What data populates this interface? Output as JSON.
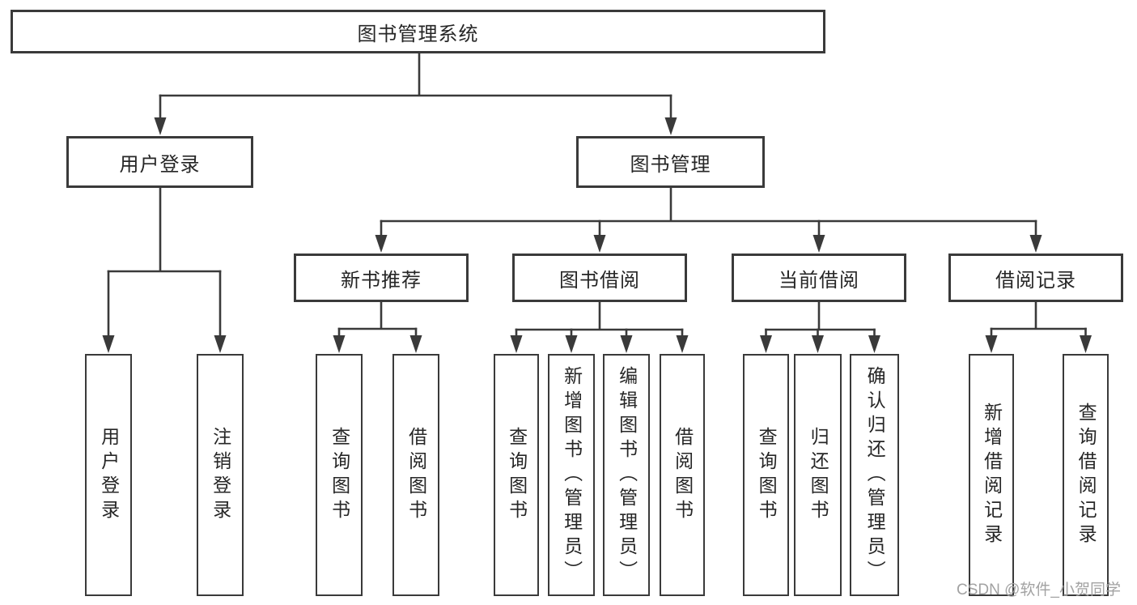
{
  "diagram": {
    "title": "图书管理系统",
    "colors": {
      "line": "#3a3a3a",
      "text": "#262626",
      "background": "#ffffff",
      "watermark": "#a2a2a2"
    },
    "root": {
      "label": "图书管理系统"
    },
    "level2": [
      {
        "label": "用户登录",
        "children": [
          {
            "label": "用户登录"
          },
          {
            "label": "注销登录"
          }
        ]
      },
      {
        "label": "图书管理",
        "children": [
          {
            "label": "新书推荐",
            "children": [
              {
                "label": "查询图书"
              },
              {
                "label": "借阅图书"
              }
            ]
          },
          {
            "label": "图书借阅",
            "children": [
              {
                "label": "查询图书"
              },
              {
                "label": "新增图书（管理员）"
              },
              {
                "label": "编辑图书（管理员）"
              },
              {
                "label": "借阅图书"
              }
            ]
          },
          {
            "label": "当前借阅",
            "children": [
              {
                "label": "查询图书"
              },
              {
                "label": "归还图书"
              },
              {
                "label": "确认归还（管理员）"
              }
            ]
          },
          {
            "label": "借阅记录",
            "children": [
              {
                "label": "新增借阅记录"
              },
              {
                "label": "查询借阅记录"
              }
            ]
          }
        ]
      }
    ],
    "watermark": "CSDN @软件_小贺同学"
  }
}
